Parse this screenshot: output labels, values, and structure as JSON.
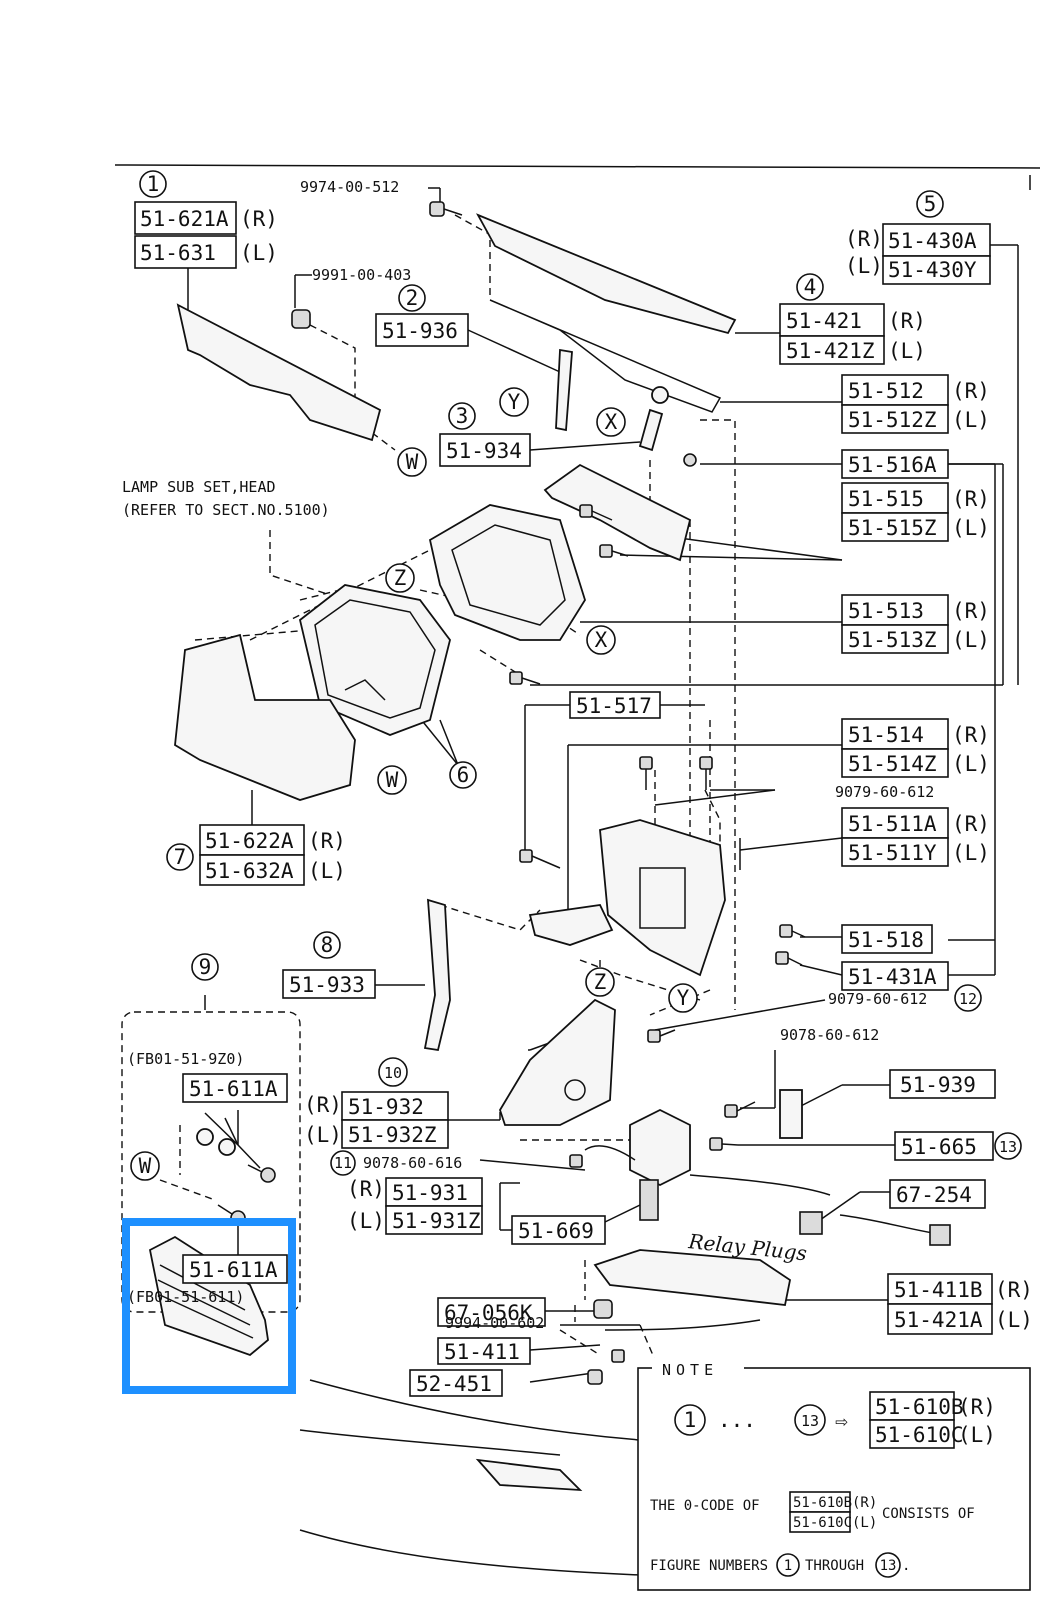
{
  "refs": {
    "r1": "1",
    "r2": "2",
    "r3": "3",
    "r4": "4",
    "r5": "5",
    "r6": "6",
    "r7": "7",
    "r8": "8",
    "r9": "9",
    "r10": "10",
    "r11": "11",
    "r12": "12",
    "r13": "13"
  },
  "sides": {
    "r": "(R)",
    "l": "(L)"
  },
  "letters": {
    "w": "W",
    "x": "X",
    "y": "Y",
    "z": "Z"
  },
  "parts": {
    "p1a": "51-621A",
    "p1b": "51-631",
    "p2": "51-936",
    "p3": "51-934",
    "p4a": "51-421",
    "p4b": "51-421Z",
    "p5a": "51-430A",
    "p5b": "51-430Y",
    "p512a": "51-512",
    "p512b": "51-512Z",
    "p516": "51-516A",
    "p515a": "51-515",
    "p515b": "51-515Z",
    "p513a": "51-513",
    "p513b": "51-513Z",
    "p517": "51-517",
    "p514a": "51-514",
    "p514b": "51-514Z",
    "p511a": "51-511A",
    "p511b": "51-511Y",
    "p7a": "51-622A",
    "p7b": "51-632A",
    "p8": "51-933",
    "p518": "51-518",
    "p431": "51-431A",
    "p611a": "51-611A",
    "p611b": "51-611A",
    "p932a": "51-932",
    "p932b": "51-932Z",
    "p939": "51-939",
    "p665": "51-665",
    "p931a": "51-931",
    "p931b": "51-931Z",
    "p669": "51-669",
    "p254": "67-254",
    "p411b": "51-411B",
    "p421a": "51-421A",
    "p056": "67-056K",
    "p411": "51-411",
    "p451": "52-451"
  },
  "hardware": {
    "h1": "9974-00-512",
    "h2": "9991-00-403",
    "h3": "9079-60-612",
    "h4": "9079-60-612",
    "h5": "9078-60-612",
    "h6": "9078-60-616",
    "h7": "9994-00-602"
  },
  "lamp_note": {
    "line1": "LAMP SUB SET,HEAD",
    "line2": "(REFER TO SECT.NO.5100)"
  },
  "kit_codes": {
    "upper": "(FB01-51-9Z0)",
    "lower": "(FB01-51-611)"
  },
  "handwritten": "Relay Plugs",
  "note": {
    "title": "NOTE",
    "range_start": "1",
    "ellipsis": "...",
    "range_end": "13",
    "arrow": "⇨",
    "code_a": "51-610B",
    "code_b": "51-610C",
    "line1_a": "THE 0-CODE OF",
    "line1_b": "CONSISTS OF",
    "line2_a": "FIGURE NUMBERS",
    "line2_b": "THROUGH",
    "line2_c": "."
  },
  "highlight_color": "#1e90ff"
}
